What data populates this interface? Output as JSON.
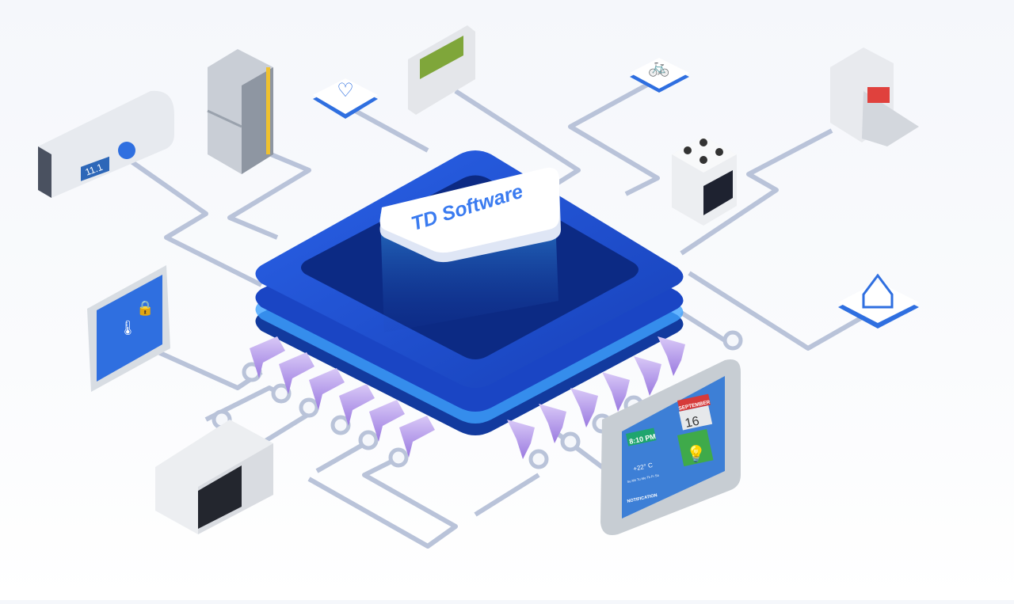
{
  "chip": {
    "label": "TD Software"
  },
  "air_conditioner": {
    "display": "11.1"
  },
  "smart_panel": {
    "time": "8:10 PM",
    "month": "SEPTEMBER",
    "day": "16",
    "temperature": "+22° C",
    "weekdays": "Su Mo Tu We Th Fr Sa",
    "notification": "NOTIFICATION"
  },
  "colors": {
    "chip_blue": "#1f4fd6",
    "chip_dark": "#0b2a8a",
    "trace": "#b9c3d9",
    "accent": "#2f6fe0",
    "pin": "#b79be8"
  }
}
